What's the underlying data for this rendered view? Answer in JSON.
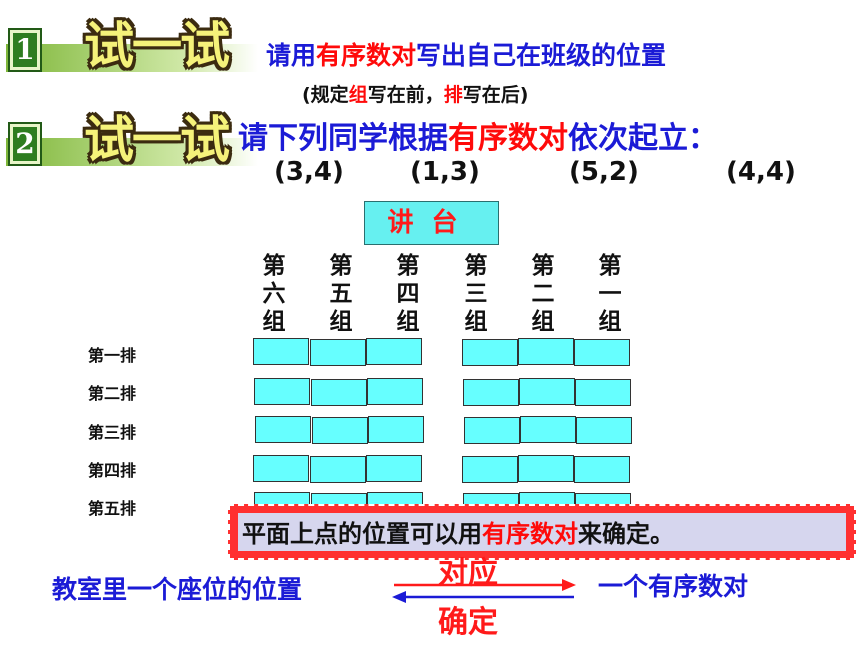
{
  "banner1": {
    "number": "1",
    "word": "试一试"
  },
  "banner2": {
    "number": "2",
    "word": "试一试"
  },
  "task1": {
    "p1": "请用",
    "p2": "有序数对",
    "p3": "写出自己在班级的位置",
    "sub1": "(规定",
    "sub2": "组",
    "sub3": "写在前，",
    "sub4": "排",
    "sub5": "写在后)"
  },
  "task2": {
    "p1": "请下列同学根据",
    "p2": "有序数对",
    "p3": "依次起立："
  },
  "coords": [
    "(3,4)",
    "(1,3)",
    "(5,2)",
    "(4,4)"
  ],
  "podium": "讲台",
  "groups": [
    [
      "第",
      "六",
      "组"
    ],
    [
      "第",
      "五",
      "组"
    ],
    [
      "第",
      "四",
      "组"
    ],
    [
      "第",
      "三",
      "组"
    ],
    [
      "第",
      "二",
      "组"
    ],
    [
      "第",
      "一",
      "组"
    ]
  ],
  "rows": [
    "第一排",
    "第二排",
    "第三排",
    "第四排",
    "第五排"
  ],
  "note": {
    "p1": "平面上点的位置可以用",
    "p2": "有序数对",
    "p3": "来确定。"
  },
  "bottom": {
    "left": "教室里一个座位的位置",
    "right": "一个有序数对",
    "arrow_top": "对应",
    "arrow_bottom": "确定"
  },
  "colors": {
    "blue": "#1b1bd6",
    "red": "#ff0a0a",
    "seat": "#66ffff",
    "podium": "#66f0f0",
    "banner_green": "#7fb73a"
  }
}
